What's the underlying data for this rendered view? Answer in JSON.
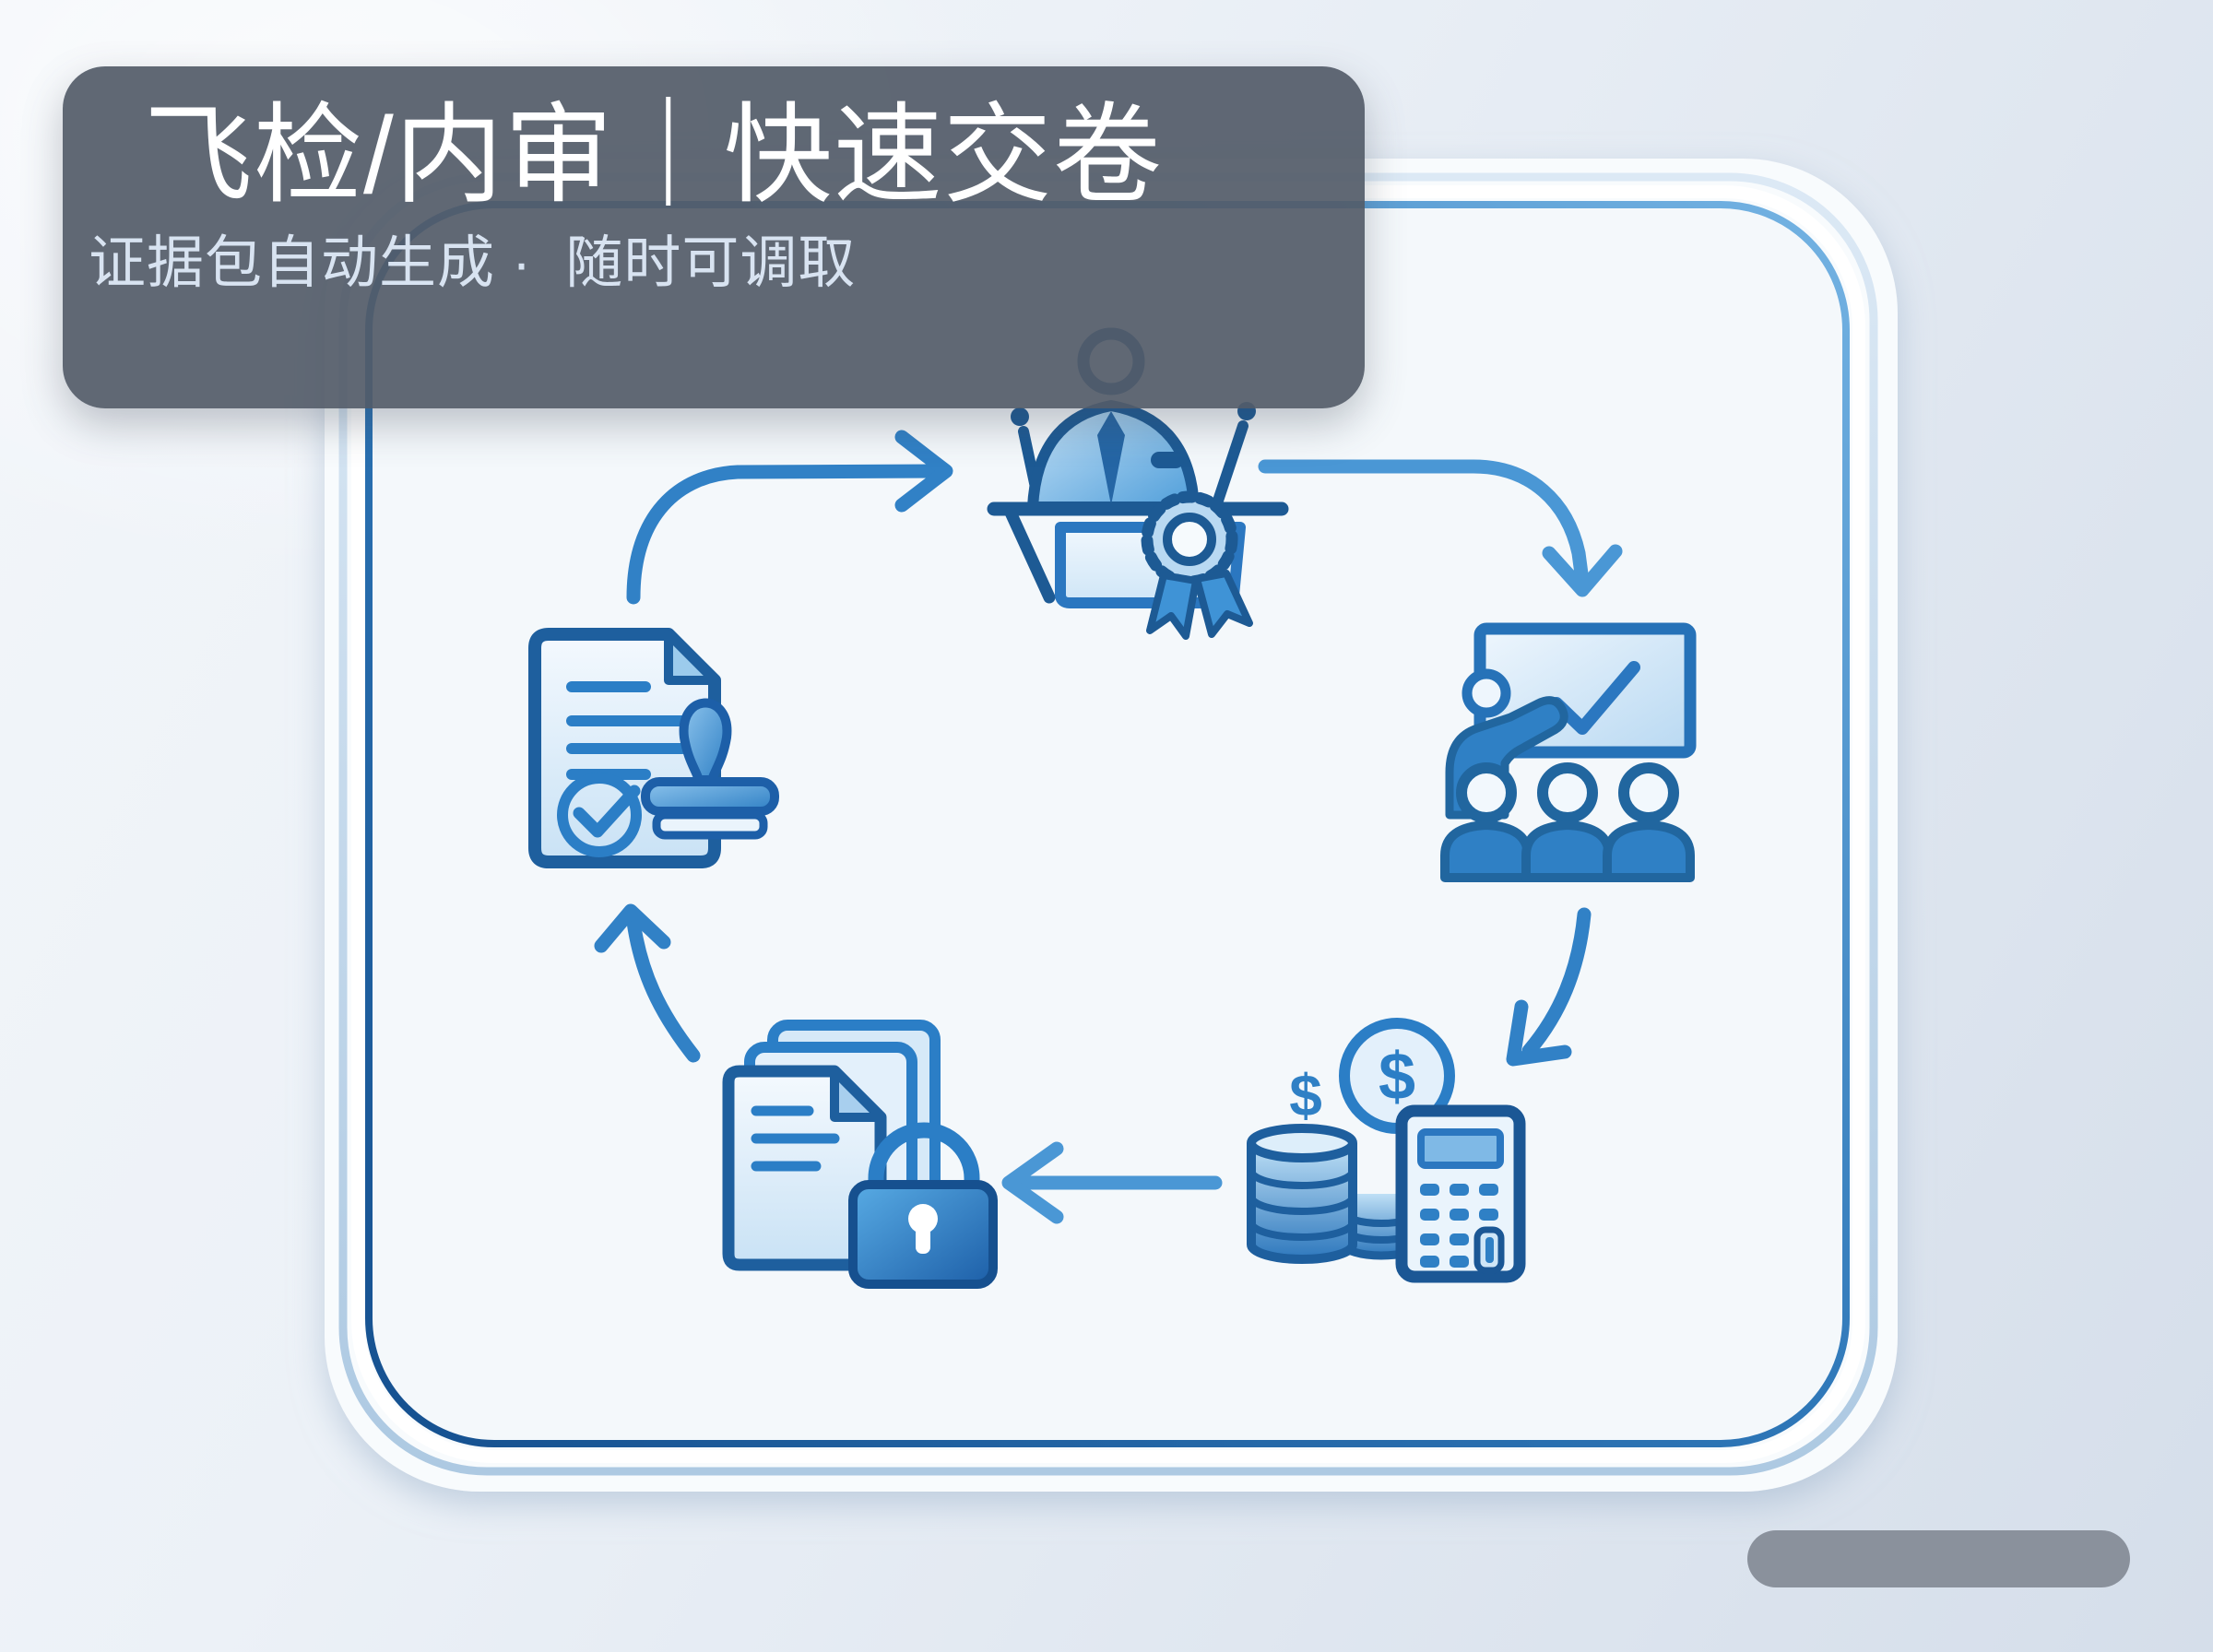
{
  "banner": {
    "title": "飞检/内审｜快速交卷",
    "subtitle": "证据包自动生成 ·  随时可调取"
  },
  "glyphs": {
    "dollar": "$"
  },
  "colors": {
    "banner_bg": "#535b68",
    "frame_outer_line": "#bcd2e8",
    "frame_inner_line_light": "#74b3e3",
    "frame_inner_line_dark": "#15508f",
    "arrow_blue": "#3181c6",
    "icon_dark_blue": "#1d5fa8",
    "icon_mid_blue": "#2f80c5",
    "icon_light_blue": "#d9eafa",
    "pill_gray": "#8a919c"
  },
  "flow": {
    "nodes": [
      {
        "icon": "podium-award-icon"
      },
      {
        "icon": "training-session-icon"
      },
      {
        "icon": "cost-accounting-icon"
      },
      {
        "icon": "evidence-docs-lock-icon"
      },
      {
        "icon": "approved-report-stamp-icon"
      }
    ],
    "arrows": [
      "stamp-to-podium",
      "podium-to-training",
      "training-to-accounting",
      "accounting-to-docs",
      "docs-to-stamp"
    ]
  }
}
